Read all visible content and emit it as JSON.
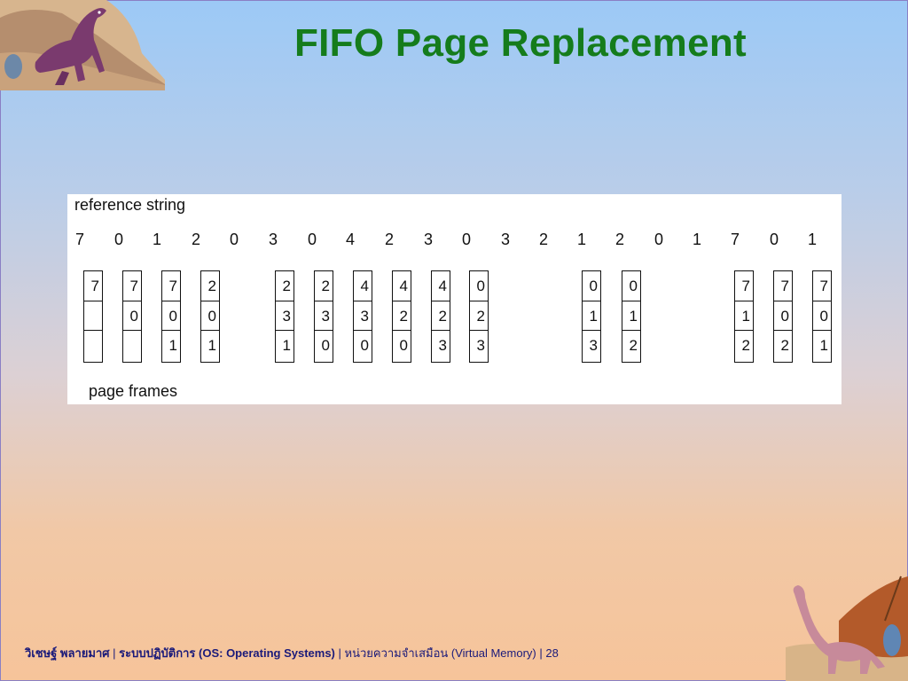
{
  "slide": {
    "title": "FIFO Page Replacement",
    "reference_label": "reference string",
    "frames_label": "page frames",
    "reference_string": [
      "7",
      "0",
      "1",
      "2",
      "0",
      "3",
      "0",
      "4",
      "2",
      "3",
      "0",
      "3",
      "2",
      "1",
      "2",
      "0",
      "1",
      "7",
      "0",
      "1"
    ],
    "frame_states": [
      {
        "cells": [
          "7",
          "",
          ""
        ]
      },
      {
        "cells": [
          "7",
          "0",
          ""
        ]
      },
      {
        "cells": [
          "7",
          "0",
          "1"
        ]
      },
      {
        "cells": [
          "2",
          "0",
          "1"
        ]
      },
      {
        "cells": [
          "2",
          "3",
          "1"
        ]
      },
      {
        "cells": [
          "2",
          "3",
          "0"
        ]
      },
      {
        "cells": [
          "4",
          "3",
          "0"
        ]
      },
      {
        "cells": [
          "4",
          "2",
          "0"
        ]
      },
      {
        "cells": [
          "4",
          "2",
          "3"
        ]
      },
      {
        "cells": [
          "0",
          "2",
          "3"
        ]
      },
      {
        "cells": [
          "0",
          "1",
          "3"
        ]
      },
      {
        "cells": [
          "0",
          "1",
          "2"
        ]
      },
      {
        "cells": [
          "7",
          "1",
          "2"
        ]
      },
      {
        "cells": [
          "7",
          "0",
          "2"
        ]
      },
      {
        "cells": [
          "7",
          "0",
          "1"
        ]
      }
    ]
  },
  "footer": {
    "author": "วิเชษฐ์ พลายมาศ",
    "sep1": " | ",
    "course": "ระบบปฏิบัติการ (OS: Operating Systems)",
    "sep2": " | ",
    "topic": "หน่วยความจำเสมือน  (Virtual Memory)",
    "sep3": " | ",
    "page": "28"
  },
  "colors": {
    "title": "#157c1c",
    "footer": "#1a1a7a"
  }
}
